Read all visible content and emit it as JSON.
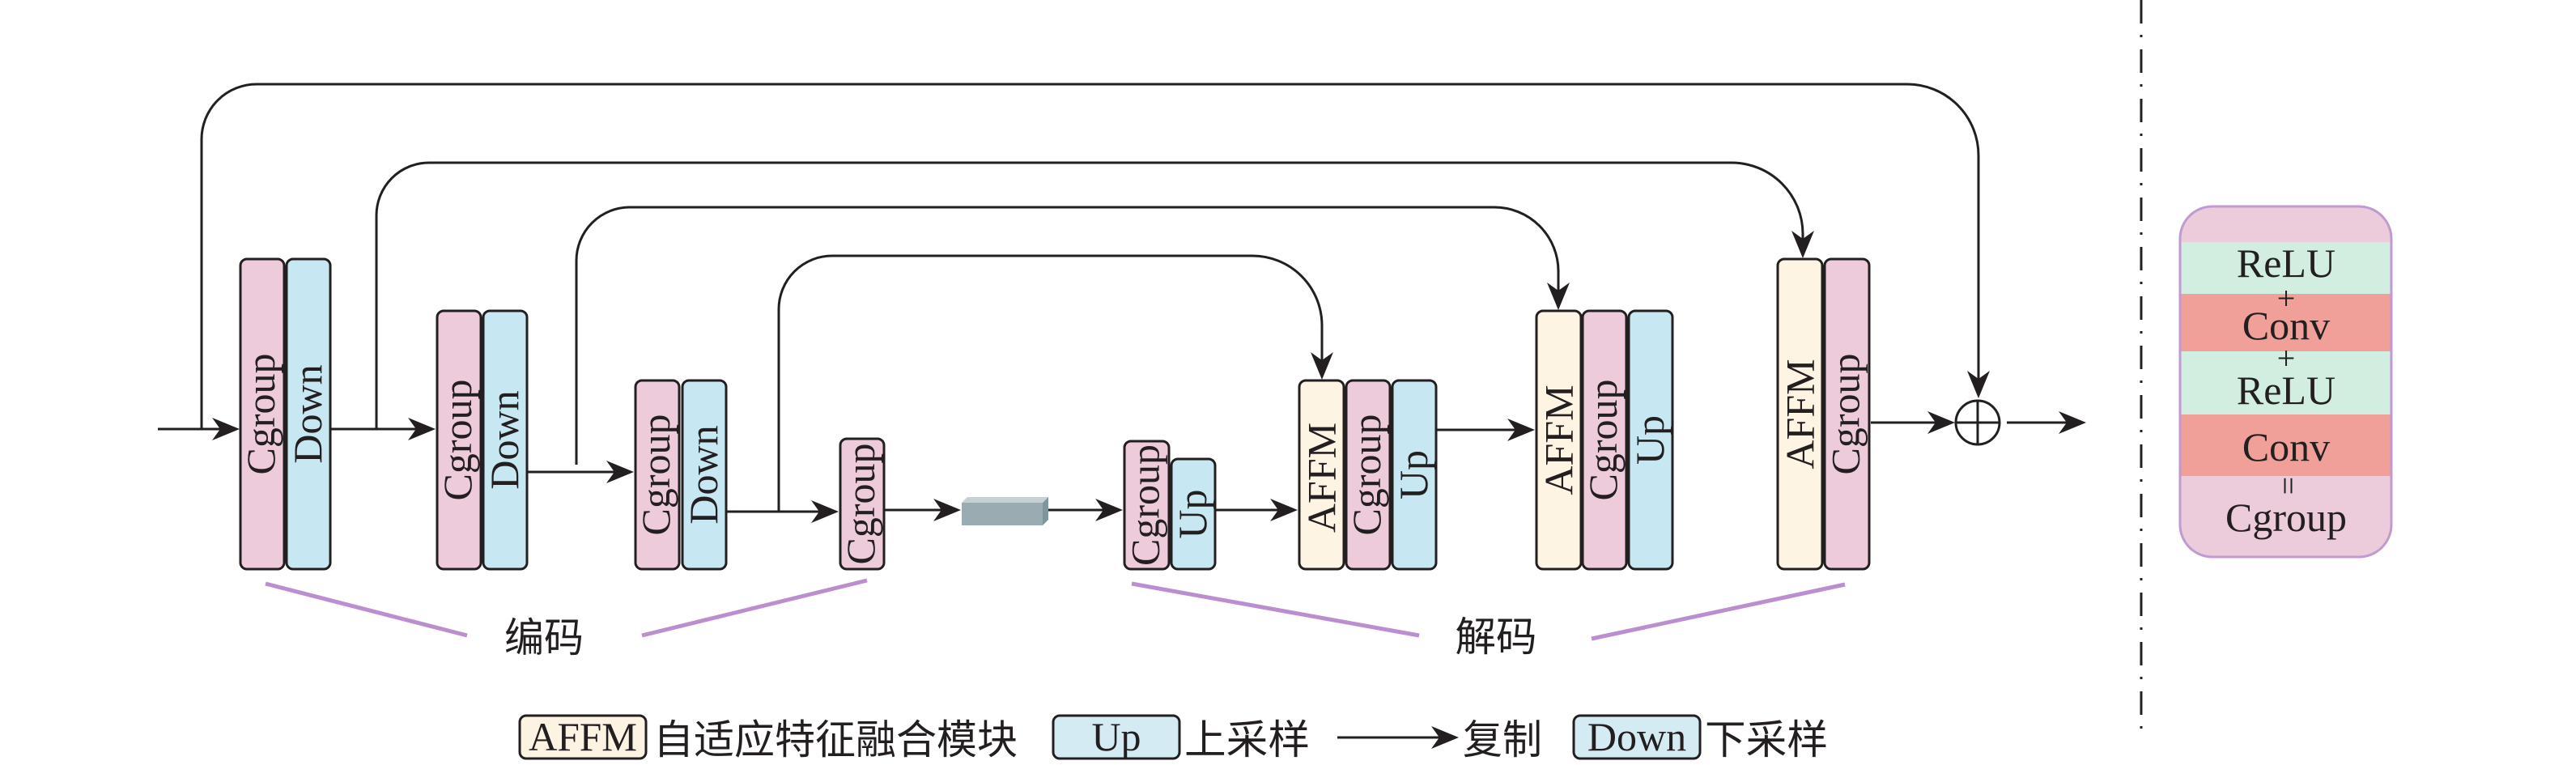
{
  "figure": {
    "encoder_label": "编码",
    "decoder_label": "解码",
    "encoder": [
      {
        "blocks": [
          "Cgroup",
          "Down"
        ]
      },
      {
        "blocks": [
          "Cgroup",
          "Down"
        ]
      },
      {
        "blocks": [
          "Cgroup",
          "Down"
        ]
      },
      {
        "blocks": [
          "Cgroup"
        ]
      }
    ],
    "decoder": [
      {
        "blocks": [
          "Cgroup",
          "Up"
        ]
      },
      {
        "blocks": [
          "AFFM",
          "Cgroup",
          "Up"
        ]
      },
      {
        "blocks": [
          "AFFM",
          "Cgroup",
          "Up"
        ]
      },
      {
        "blocks": [
          "AFFM",
          "Cgroup"
        ]
      }
    ],
    "icons": {
      "merge": "circled-plus-icon",
      "flow": "arrow-right-icon",
      "bottleneck": "feature-tensor-icon"
    }
  },
  "cgroup_detail": {
    "rows": [
      {
        "text": "ReLU"
      },
      {
        "text": "+"
      },
      {
        "text": "Conv"
      },
      {
        "text": "+"
      },
      {
        "text": "ReLU"
      },
      {
        "text": "Conv"
      },
      {
        "text": "="
      },
      {
        "text": "Cgroup"
      }
    ]
  },
  "legend": [
    {
      "box_label": "AFFM",
      "description": "自适应特征融合模块"
    },
    {
      "box_label": "Up",
      "description": "上采样"
    },
    {
      "icon": "arrow-right-icon",
      "description": "复制"
    },
    {
      "box_label": "Down",
      "description": "下采样"
    }
  ],
  "colors": {
    "line": "#231f20",
    "cgroup_fill": "#edcbdb",
    "up_down_fill": "#c7e7f3",
    "affm_fill": "#fdf4e4",
    "bottleneck_front": "#9aabb2",
    "bottleneck_top": "#c4d0d2",
    "bottleneck_side": "#7f959c",
    "bracket": "#bb8fcf",
    "panel_border": "#c09bd2",
    "panel_fill": "#ecccdb",
    "relu_fill": "#d2eee0",
    "conv_fill": "#f09f99",
    "legend_affm_fill": "#fdf3e3",
    "legend_up_down_fill": "#d4ebf4"
  }
}
